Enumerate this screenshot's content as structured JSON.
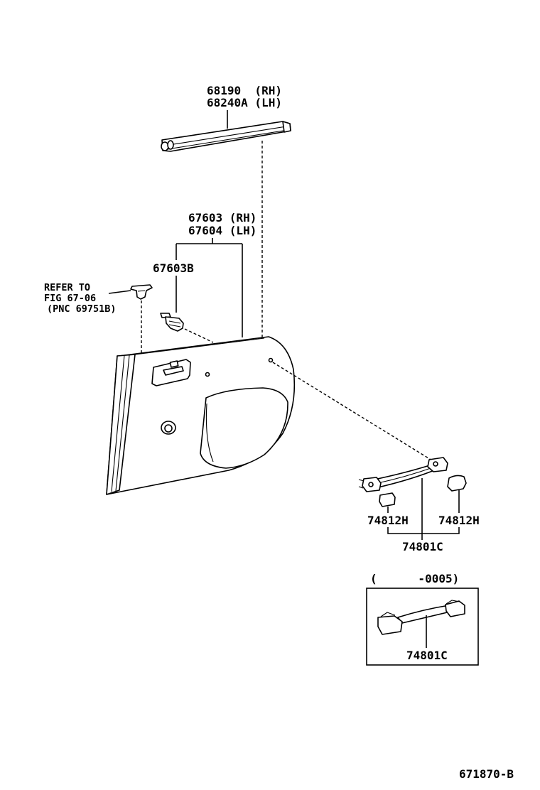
{
  "labels": {
    "weatherstrip_rh": "68190  (RH)",
    "weatherstrip_lh": "68240A (LH)",
    "board_rh": "67603 (RH)",
    "board_lh": "67604 (LH)",
    "clip_part": "67603B",
    "refer_line1": "REFER TO",
    "refer_line2": "FIG 67-06",
    "refer_line3": "(PNC 69751B)",
    "cover_left": "74812H",
    "cover_right": "74812H",
    "grip": "74801C",
    "inset_range": "(      -0005)",
    "inset_grip": "74801C",
    "figure_id": "671870-B"
  }
}
